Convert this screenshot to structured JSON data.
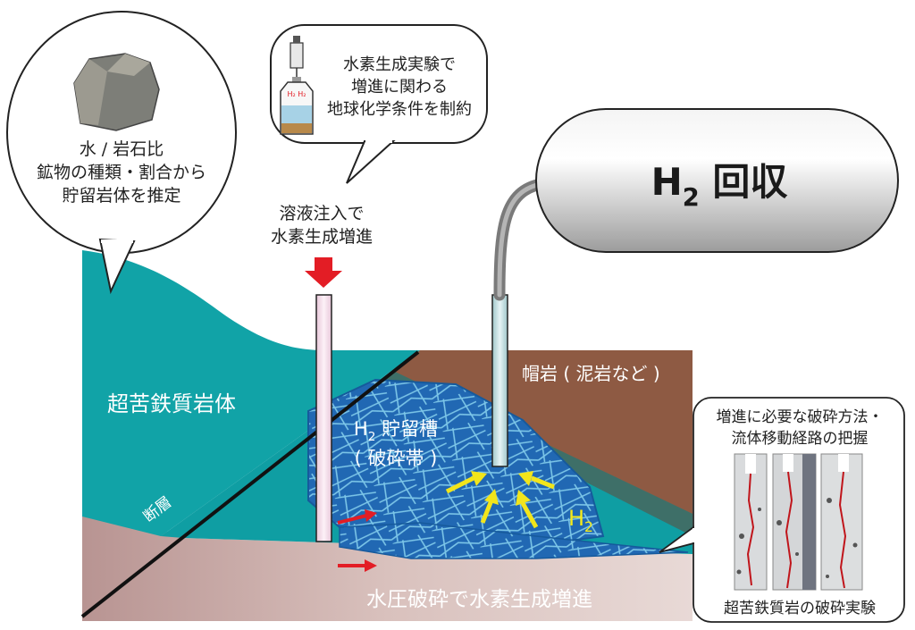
{
  "title": {
    "h2": "H",
    "h2_sub": "2",
    "recover": "回収"
  },
  "bubble_rock": {
    "lines": [
      "水 / 岩石比",
      "鉱物の種類・割合から",
      "貯留岩体を推定"
    ]
  },
  "bubble_lab": {
    "lines": [
      "水素生成実験で",
      "増進に関わる",
      "地球化学条件を制約"
    ],
    "vial_label": "H₂ H₂"
  },
  "injection": {
    "lines": [
      "溶液注入で",
      "水素生成増進"
    ]
  },
  "labels": {
    "ultramafic": "超苦鉄質岩体",
    "fault": "断層",
    "caprock": "帽岩 ( 泥岩など )",
    "reservoir_h": "H",
    "reservoir_sub": "2",
    "reservoir_name": "貯留槽",
    "reservoir_note": "( 破砕帯 )",
    "h2_flow": "H",
    "h2_flow_sub": "2",
    "hydraulic": "水圧破砕で水素生成増進"
  },
  "experiment": {
    "title_lines": [
      "増進に必要な破砕方法・",
      "流体移動経路の把握"
    ],
    "caption": "超苦鉄質岩の破砕実験"
  },
  "colors": {
    "teal": "#11a3a7",
    "teal_dark": "#0f8e93",
    "caprock": "#8e5a43",
    "basement": "#cbaaa6",
    "reservoir": "#1d6fb8",
    "arrow_red": "#e31d25",
    "arrow_yellow": "#f2e51b"
  }
}
